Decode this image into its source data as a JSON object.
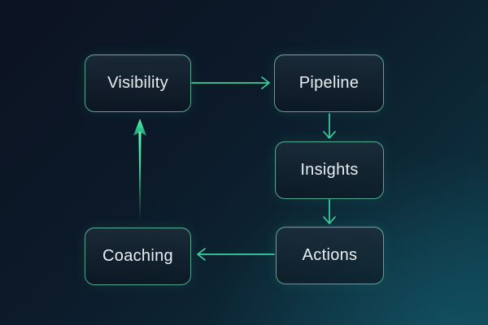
{
  "diagram": {
    "type": "flowchart-cycle",
    "nodes": [
      {
        "id": "visibility",
        "label": "Visibility"
      },
      {
        "id": "pipeline",
        "label": "Pipeline"
      },
      {
        "id": "insights",
        "label": "Insights"
      },
      {
        "id": "actions",
        "label": "Actions"
      },
      {
        "id": "coaching",
        "label": "Coaching"
      }
    ],
    "edges": [
      {
        "from": "visibility",
        "to": "pipeline",
        "direction": "right",
        "style": "thin-arrow"
      },
      {
        "from": "pipeline",
        "to": "insights",
        "direction": "down",
        "style": "thin-arrow"
      },
      {
        "from": "insights",
        "to": "actions",
        "direction": "down",
        "style": "thin-arrow"
      },
      {
        "from": "actions",
        "to": "coaching",
        "direction": "left",
        "style": "thin-arrow"
      },
      {
        "from": "coaching",
        "to": "visibility",
        "direction": "up",
        "style": "bold-tapered-arrow"
      }
    ],
    "colors": {
      "background_top_left": "#0c1322",
      "background_bottom_right": "#0e3d4b",
      "node_border": "#5fbea0",
      "node_fill_top": "#1e2d3a",
      "node_fill_bottom": "#0c1620",
      "node_text": "#e9eef2",
      "thin_arrow": "#3bd19e",
      "bold_arrow_top": "#63f2b4",
      "bold_arrow_bottom": "#1f9671"
    }
  }
}
